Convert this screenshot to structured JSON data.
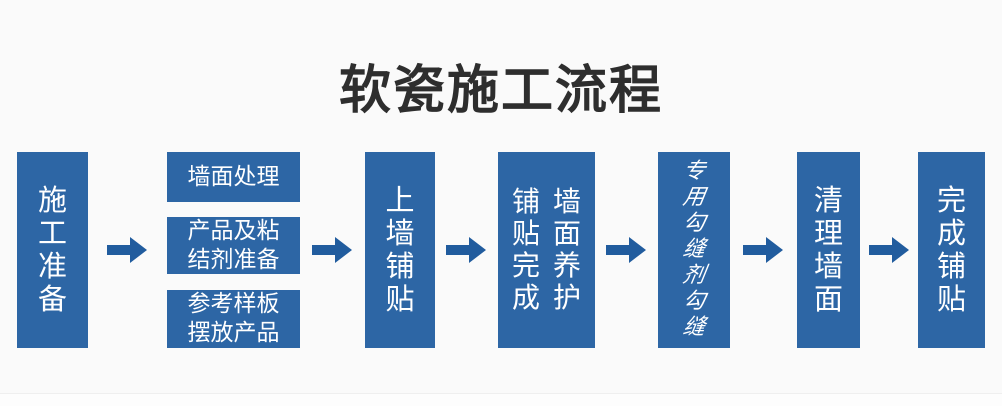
{
  "page": {
    "title": "软瓷施工流程",
    "background_color": "#fafafa"
  },
  "colors": {
    "box_fill": "#2d66a5",
    "arrow_fill": "#215c9e",
    "title_text": "#2e2e2e",
    "box_text": "#ffffff"
  },
  "flow": {
    "step1": {
      "label": "施工准备"
    },
    "step2": {
      "items": [
        {
          "label": "墙面处理"
        },
        {
          "label": "产品及粘结剂准备"
        },
        {
          "label": "参考样板摆放产品"
        }
      ]
    },
    "step3": {
      "label": "上墙铺贴"
    },
    "step4": {
      "col_left": "铺贴完成",
      "col_right": "墙面养护"
    },
    "step5": {
      "label": "专用勾缝剂勾缝"
    },
    "step6": {
      "label": "清理墙面"
    },
    "step7": {
      "label": "完成铺贴"
    },
    "arrow_glyph": "right-arrow"
  }
}
